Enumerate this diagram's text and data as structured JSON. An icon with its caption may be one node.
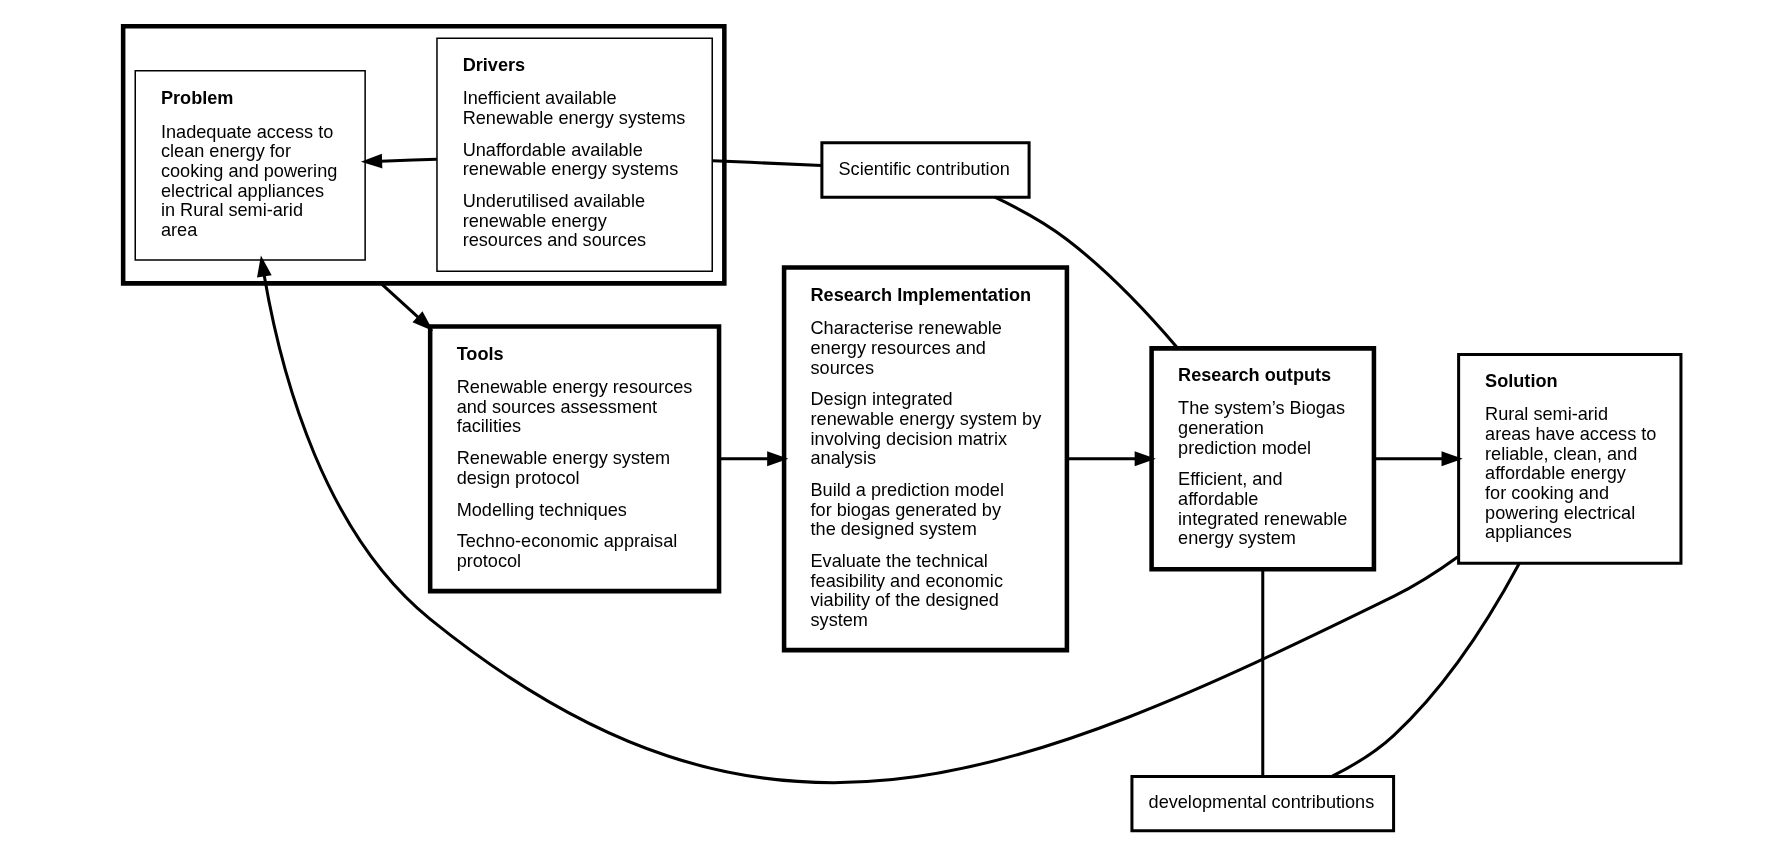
{
  "diagram": {
    "nodes": [
      {
        "text": [],
        "shape": "box"
      },
      {
        "text": [
          "Problem",
          "Inadequate access to clean energy for cooking and powering electrical appliances in Rural semi-arid area"
        ],
        "in": 0
      },
      {
        "text": [
          "Drivers",
          "Inefficient available Renewable energy systems",
          "Unaffordable available renewable energy systems",
          "Underutilised available renewable energy resources and sources"
        ],
        "in": 0
      },
      {
        "text": [
          "Tools",
          "Renewable energy resources and sources assessment facilities",
          "Renewable energy system design protocol",
          "Modelling techniques",
          "Techno-economic appraisal protocol"
        ]
      },
      {
        "text": [
          "Research Implementation",
          "Characterise renewable energy resources and sources",
          "Design integrated renewable energy system by involving decision matrix analysis",
          "Build a prediction model for biogas generated by the designed system",
          "Evaluate the technical feasibility and economic viability of the designed system"
        ]
      },
      {
        "text": [
          "Research outputs",
          "The system’s Biogas generation prediction model",
          "Efficient, and affordable integrated renewable energy system"
        ]
      },
      {
        "text": [
          "Solution",
          "Rural semi-arid areas have access to reliable, clean, and affordable energy for cooking and powering electrical appliances"
        ]
      },
      {
        "text": [
          "developmental contributions"
        ]
      },
      {
        "text": [
          "Scientific contribution"
        ]
      }
    ],
    "edges": [
      {
        "from": 2,
        "to": 1,
        "arrow": "to"
      },
      {
        "from": 0,
        "to": 3,
        "arrow": "to"
      },
      {
        "from": 3,
        "to": 4,
        "arrow": "to"
      },
      {
        "from": 4,
        "to": 5,
        "arrow": "to"
      },
      {
        "from": 5,
        "to": 6,
        "arrow": "to"
      },
      {
        "from": 6,
        "to": 1,
        "arrow": "to"
      },
      {
        "from": 2,
        "to": 8,
        "arrow": "none"
      },
      {
        "from": 5,
        "to": 8,
        "arrow": "none"
      },
      {
        "from": 5,
        "to": 7,
        "arrow": "none"
      },
      {
        "from": 6,
        "to": 7,
        "arrow": "none"
      }
    ]
  }
}
